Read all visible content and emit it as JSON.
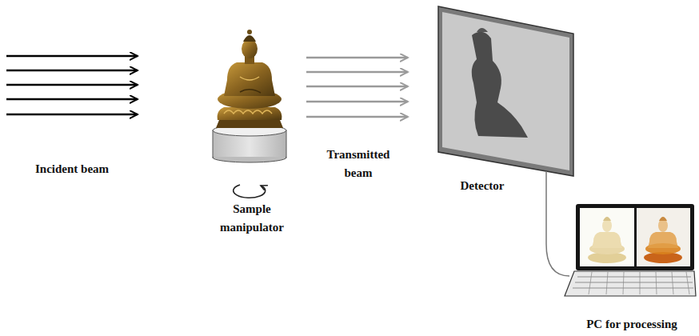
{
  "diagram": {
    "labels": [
      "Incident beam",
      "Sample manipulator",
      "Transmitted beam",
      "Detector",
      "PC for processing"
    ]
  }
}
